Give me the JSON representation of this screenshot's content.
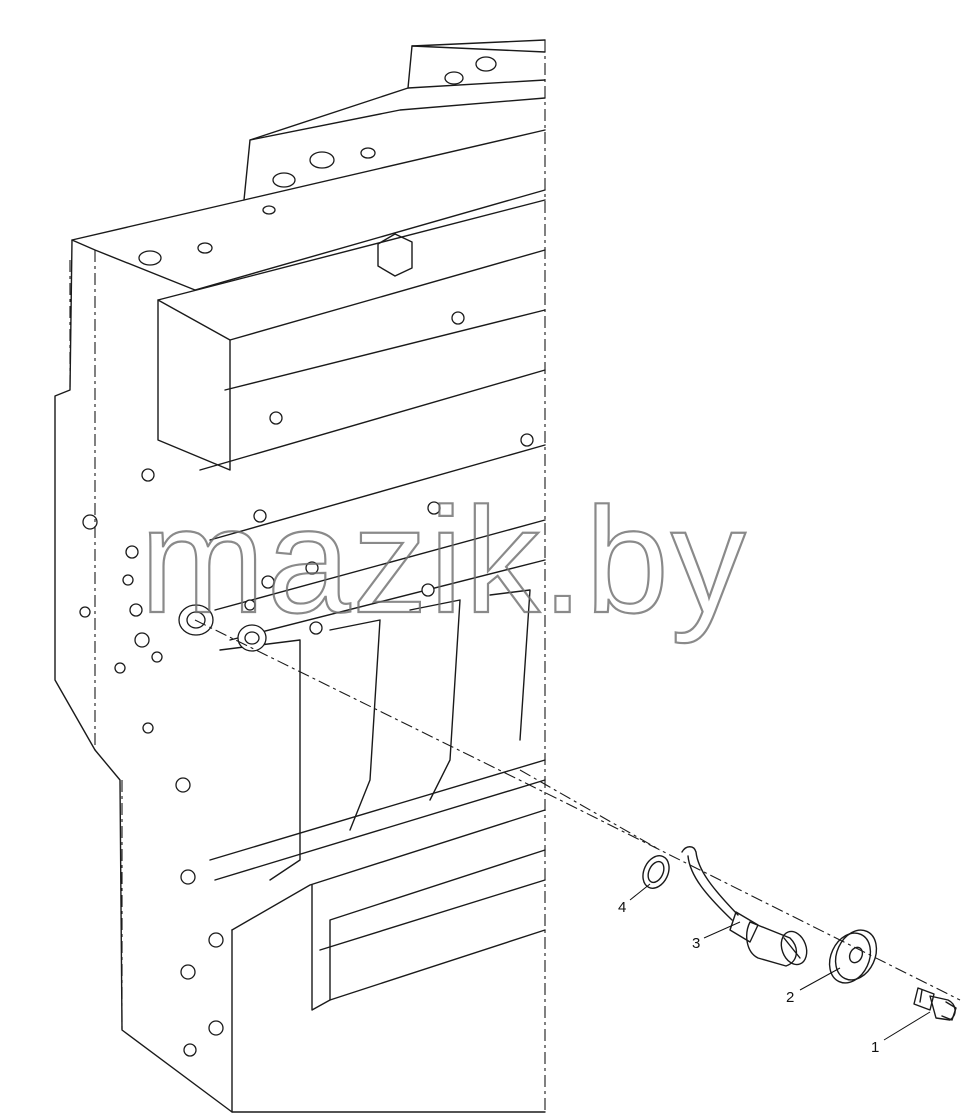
{
  "watermark": {
    "text": "mazik.by"
  },
  "callouts": [
    {
      "id": "1",
      "label": "1"
    },
    {
      "id": "2",
      "label": "2"
    },
    {
      "id": "3",
      "label": "3"
    },
    {
      "id": "4",
      "label": "4"
    }
  ],
  "colors": {
    "line": "#1a1a1a",
    "watermark": "#6e6e6e",
    "background": "#ffffff"
  }
}
